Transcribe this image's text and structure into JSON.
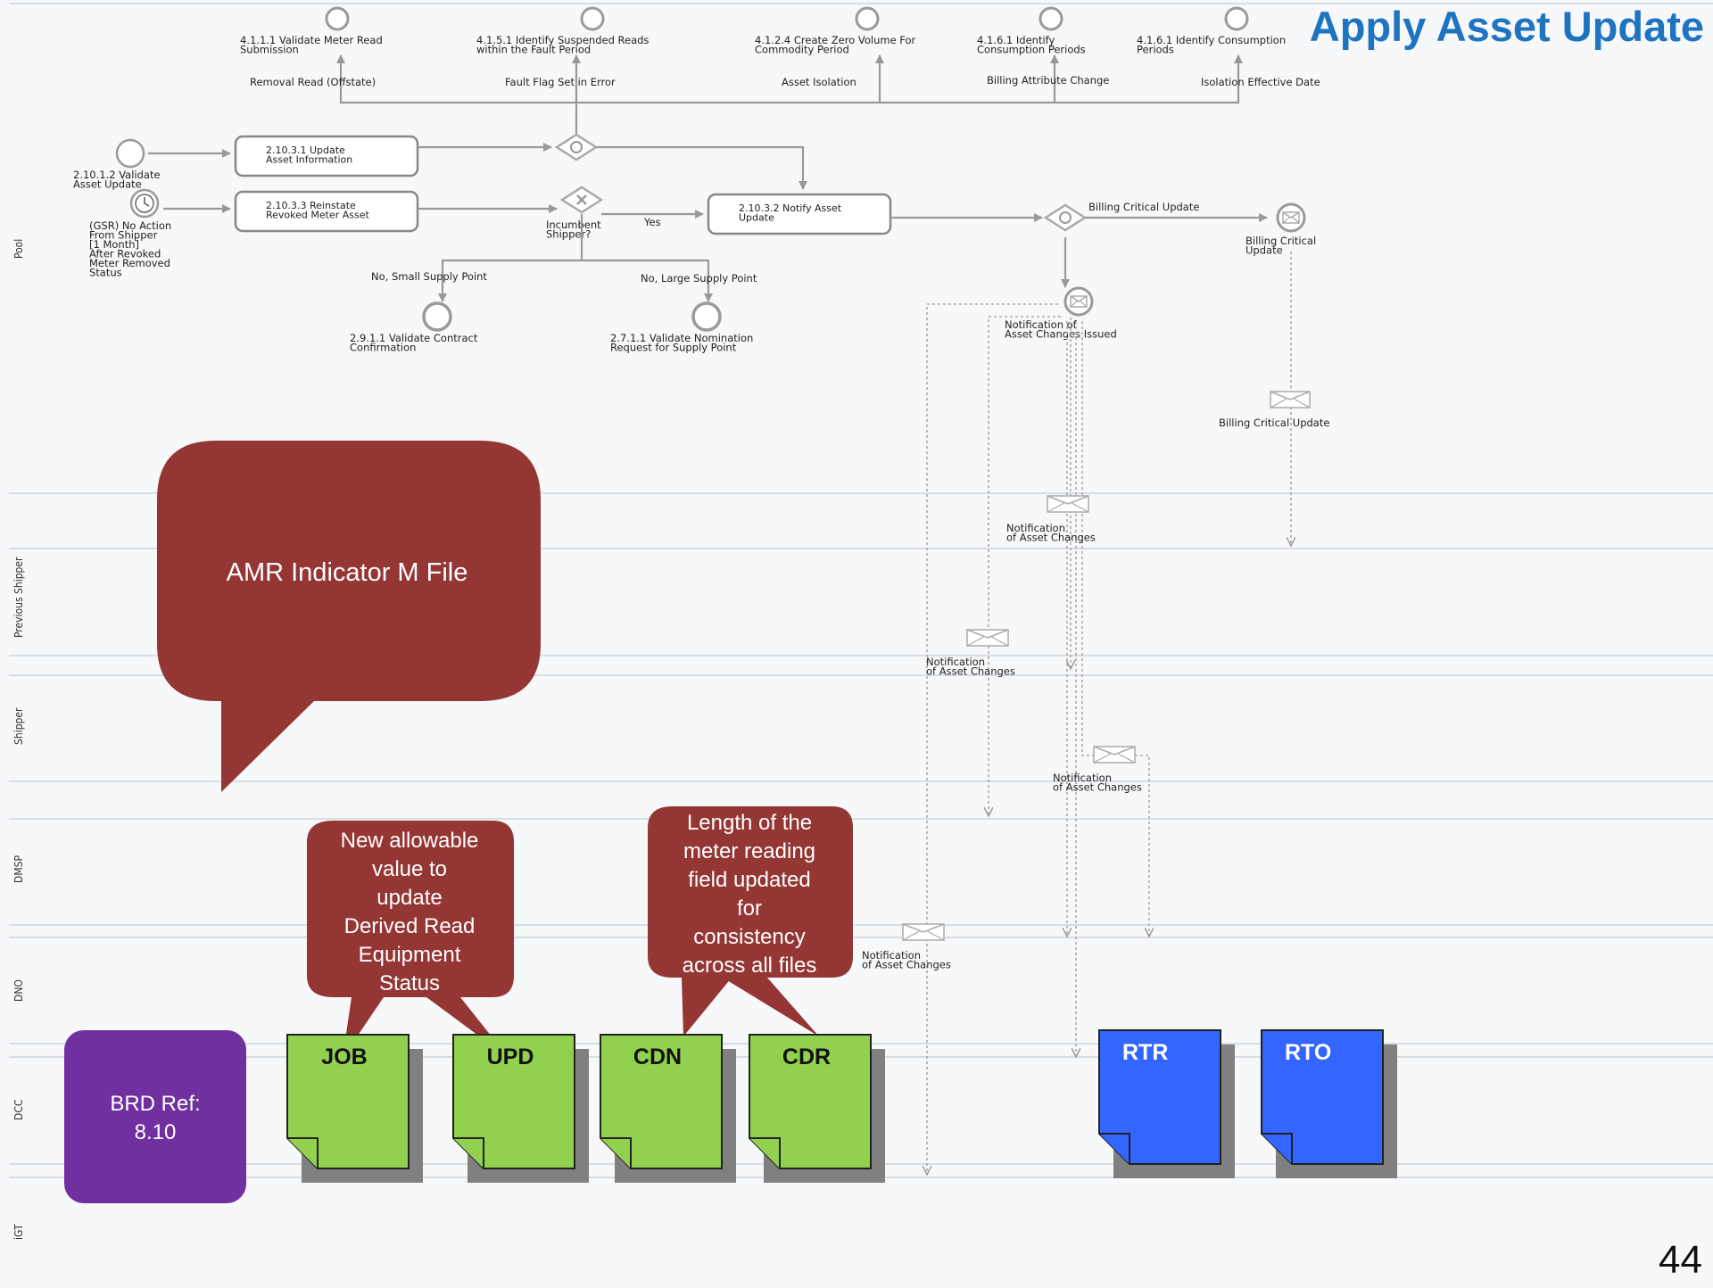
{
  "title": "Apply Asset Update",
  "page_number": "44",
  "lanes": [
    "Pool",
    "Previous Shipper",
    "Shipper",
    "DMSP",
    "DNO",
    "DCC",
    "iGT"
  ],
  "top_events": [
    [
      "4.1.1.1 Validate Meter Read",
      "Submission"
    ],
    [
      "4.1.5.1 Identify Suspended Reads",
      "within the Fault Period"
    ],
    [
      "4.1.2.4 Create Zero Volume For",
      "Commodity Period"
    ],
    [
      "4.1.6.1 Identify",
      "Consumption Periods"
    ],
    [
      "4.1.6.1 Identify Consumption",
      "Periods"
    ]
  ],
  "top_flow_labels": [
    "Removal Read (Offstate)",
    "Fault Flag Set in Error",
    "Asset Isolation",
    "Billing Attribute Change",
    "Isolation Effective Date"
  ],
  "start_events": [
    [
      "2.10.1.2 Validate",
      "Asset Update"
    ],
    [
      "(GSR) No Action",
      "From Shipper",
      "[1 Month]",
      "After Revoked",
      "Meter Removed",
      "Status"
    ]
  ],
  "tasks": [
    [
      "2.10.3.1 Update",
      "Asset Information"
    ],
    [
      "2.10.3.3 Reinstate",
      "Revoked Meter Asset"
    ],
    [
      "2.10.3.2 Notify Asset",
      "Update"
    ]
  ],
  "gateway_labels": {
    "incumbent": [
      "Incumbent",
      "Shipper?"
    ],
    "yes": "Yes",
    "small": "No, Small Supply Point",
    "large": "No, Large Supply Point",
    "billing_critical": "Billing Critical Update"
  },
  "lower_events": [
    [
      "2.9.1.1 Validate Contract",
      "Confirmation"
    ],
    [
      "2.7.1.1 Validate Nomination",
      "Request for Supply Point"
    ]
  ],
  "end_event_label": [
    "Billing Critical",
    "Update"
  ],
  "notification_event": [
    "Notification of",
    "Asset Changes Issued"
  ],
  "messages": {
    "billing": "Billing Critical Update",
    "prev_shipper": [
      "Notification",
      "of Asset Changes"
    ],
    "shipper": [
      "Notification",
      "of Asset Changes"
    ],
    "dmsp": [
      "Notification",
      "of Asset Changes"
    ],
    "dno": [
      "Notification",
      "of Asset Changes"
    ]
  },
  "callouts": {
    "amr": "AMR Indicator M File",
    "job": [
      "New allowable",
      "value to",
      "update",
      "Derived Read",
      "Equipment",
      "Status"
    ],
    "cdn": [
      "Length of the",
      "meter reading",
      "field updated",
      "for",
      "consistency",
      "across all files"
    ],
    "brd": [
      "BRD Ref:",
      "8.10"
    ]
  },
  "files": [
    {
      "label": "JOB",
      "color": "#92d050"
    },
    {
      "label": "UPD",
      "color": "#92d050"
    },
    {
      "label": "CDN",
      "color": "#92d050"
    },
    {
      "label": "CDR",
      "color": "#92d050"
    },
    {
      "label": "RTR",
      "color": "#3366ff"
    },
    {
      "label": "RTO",
      "color": "#3366ff"
    }
  ],
  "colors": {
    "callout": "#943634",
    "brd": "#7030a0",
    "title": "#1f74c2",
    "green_file": "#92d050",
    "blue_file": "#3366ff"
  }
}
